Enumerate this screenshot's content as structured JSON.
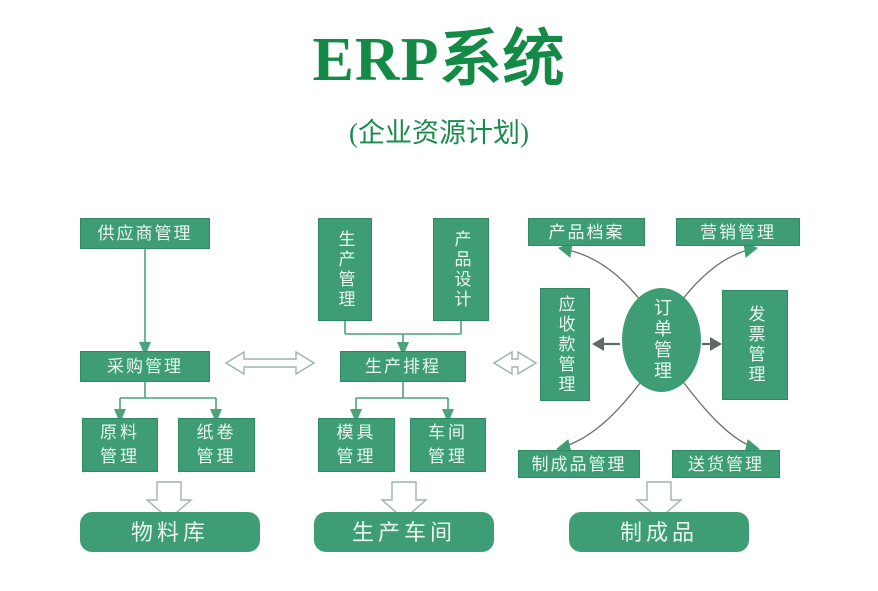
{
  "header": {
    "title": "ERP系统",
    "subtitle": "(企业资源计划)"
  },
  "colors": {
    "node_fill": "#3f9d75",
    "node_text": "#eaf7f0",
    "title_green": "#138a45",
    "connector_green": "#4aa37d",
    "curve_gray": "#6b6f6d"
  },
  "diagram": {
    "type": "flowchart",
    "columns": [
      {
        "name": "procurement",
        "nodes": [
          {
            "id": "supplier-management",
            "label": "供应商管理"
          },
          {
            "id": "purchase-management",
            "label": "采购管理"
          },
          {
            "id": "raw-material-management",
            "label": "原料\n管理"
          },
          {
            "id": "paper-roll-management",
            "label": "纸卷\n管理"
          },
          {
            "id": "material-warehouse",
            "label": "物料库"
          }
        ]
      },
      {
        "name": "production",
        "nodes": [
          {
            "id": "production-management",
            "label": "生产管理"
          },
          {
            "id": "product-design",
            "label": "产品设计"
          },
          {
            "id": "production-scheduling",
            "label": "生产排程"
          },
          {
            "id": "mold-management",
            "label": "模具\n管理"
          },
          {
            "id": "workshop-management",
            "label": "车间\n管理"
          },
          {
            "id": "production-workshop",
            "label": "生产车间"
          }
        ]
      },
      {
        "name": "sales",
        "nodes": [
          {
            "id": "product-archive",
            "label": "产品档案"
          },
          {
            "id": "marketing-management",
            "label": "营销管理"
          },
          {
            "id": "receivables-management",
            "label": "应收款管理"
          },
          {
            "id": "order-management",
            "label": "订单管理"
          },
          {
            "id": "invoice-management",
            "label": "发票管理"
          },
          {
            "id": "finished-goods-management",
            "label": "制成品管理"
          },
          {
            "id": "delivery-management",
            "label": "送货管理"
          },
          {
            "id": "finished-goods",
            "label": "制成品"
          }
        ]
      }
    ]
  },
  "icons": {
    "hollow_double_arrow": "double-arrow-icon",
    "hollow_down_arrow": "block-down-arrow-icon",
    "curved_arrow": "curved-arrow-icon"
  }
}
